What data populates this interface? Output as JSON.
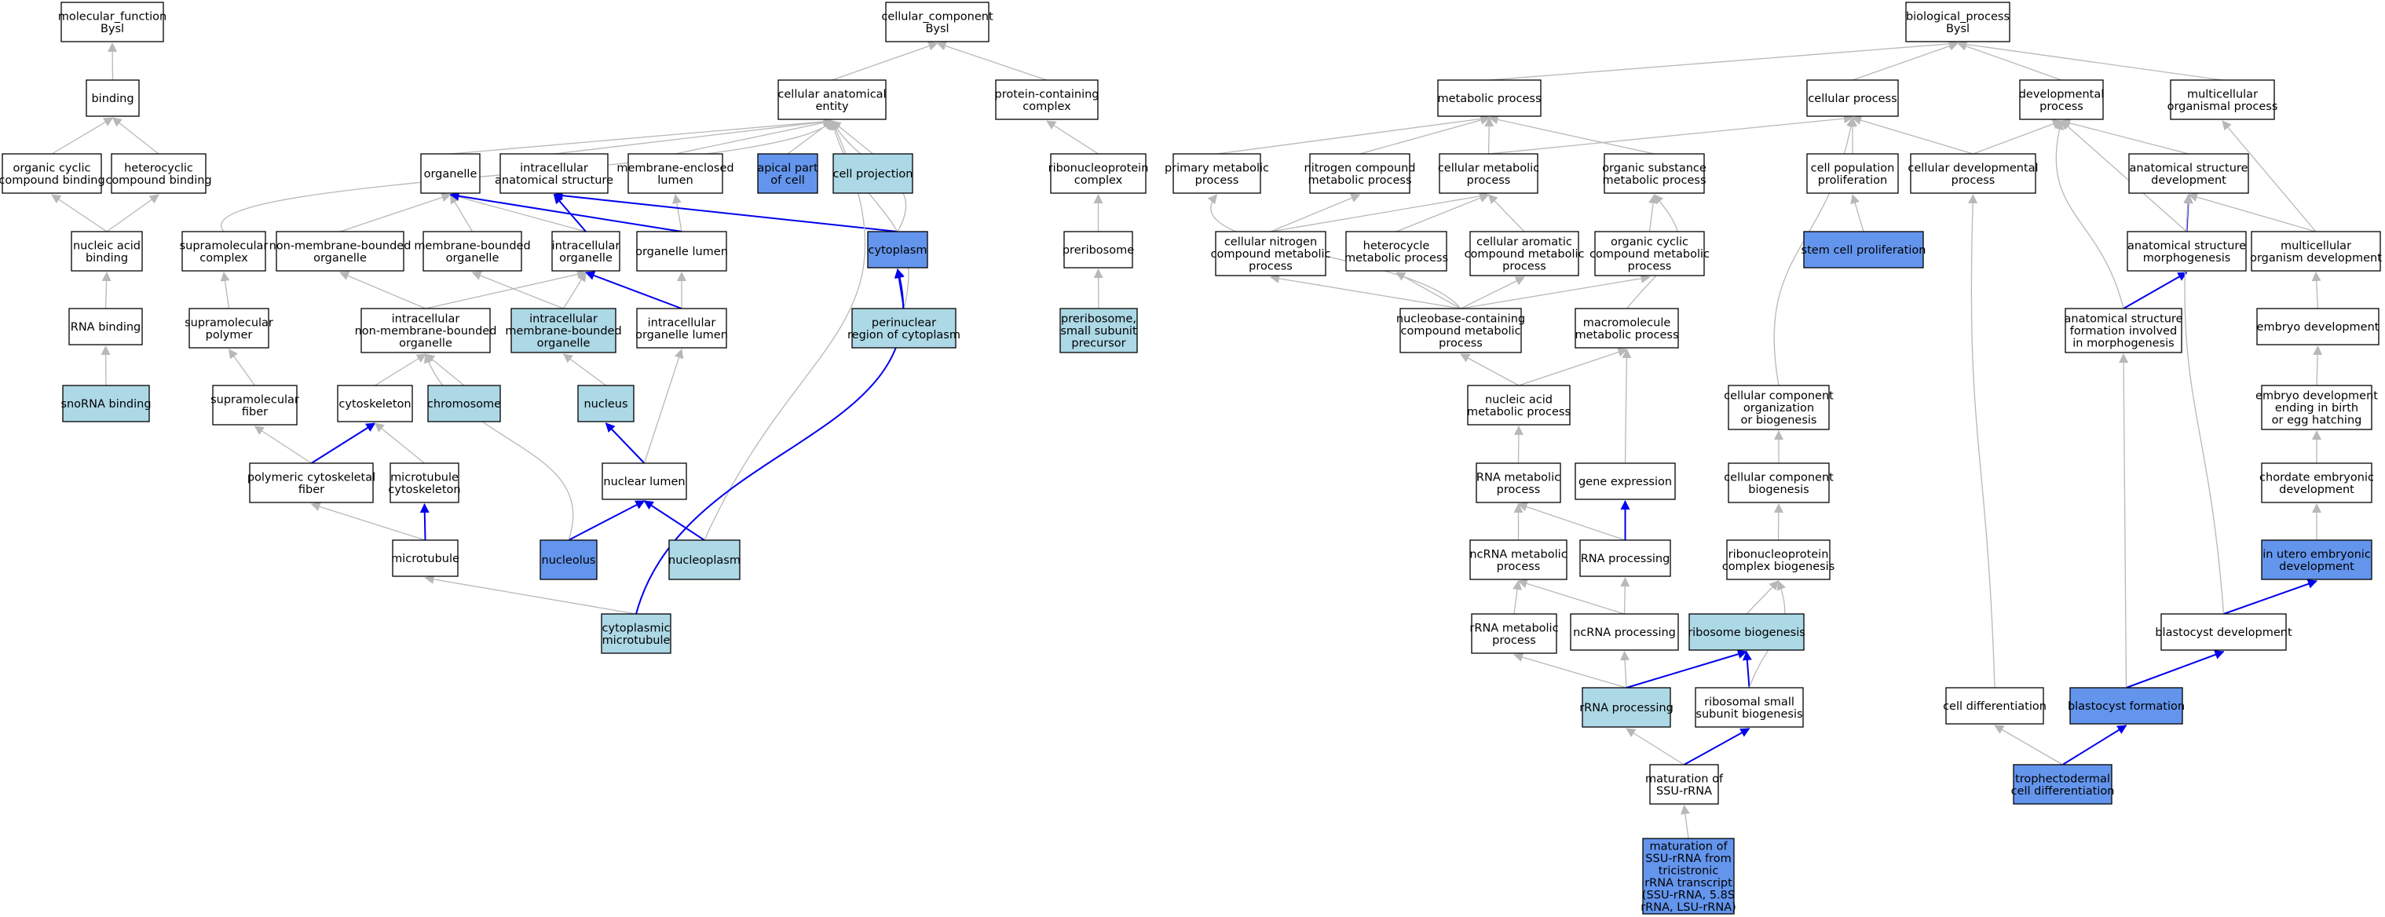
{
  "colors": {
    "plain": "#ffffff",
    "light": "#add8e6",
    "dark": "#6495ed",
    "stroke": "#000000",
    "gray_edge": "#b8b8b8",
    "blue_edge": "#0000ee"
  },
  "nodes": [
    {
      "id": "molecular_function",
      "lines": [
        "molecular_function",
        "Bysl"
      ],
      "fill": "plain"
    },
    {
      "id": "binding",
      "lines": [
        "binding"
      ],
      "fill": "plain"
    },
    {
      "id": "organic_cyclic_binding",
      "lines": [
        "organic cyclic",
        "compound binding"
      ],
      "fill": "plain"
    },
    {
      "id": "heterocyclic_binding",
      "lines": [
        "heterocyclic",
        "compound binding"
      ],
      "fill": "plain"
    },
    {
      "id": "nucleic_acid_binding",
      "lines": [
        "nucleic acid",
        "binding"
      ],
      "fill": "plain"
    },
    {
      "id": "rna_binding",
      "lines": [
        "RNA binding"
      ],
      "fill": "plain"
    },
    {
      "id": "snorna_binding",
      "lines": [
        "snoRNA binding"
      ],
      "fill": "light"
    },
    {
      "id": "cellular_component",
      "lines": [
        "cellular_component",
        "Bysl"
      ],
      "fill": "plain"
    },
    {
      "id": "cellular_anatomical_entity",
      "lines": [
        "cellular anatomical",
        "entity"
      ],
      "fill": "plain"
    },
    {
      "id": "protein_containing_complex",
      "lines": [
        "protein-containing",
        "complex"
      ],
      "fill": "plain"
    },
    {
      "id": "organelle",
      "lines": [
        "organelle"
      ],
      "fill": "plain"
    },
    {
      "id": "intracellular_anatomical_structure",
      "lines": [
        "intracellular",
        "anatomical structure"
      ],
      "fill": "plain"
    },
    {
      "id": "membrane_enclosed_lumen",
      "lines": [
        "membrane-enclosed",
        "lumen"
      ],
      "fill": "plain"
    },
    {
      "id": "apical_part_of_cell",
      "lines": [
        "apical part",
        "of cell"
      ],
      "fill": "dark"
    },
    {
      "id": "cell_projection",
      "lines": [
        "cell projection"
      ],
      "fill": "light"
    },
    {
      "id": "ribonucleoprotein_complex",
      "lines": [
        "ribonucleoprotein",
        "complex"
      ],
      "fill": "plain"
    },
    {
      "id": "supramolecular_complex",
      "lines": [
        "supramolecular",
        "complex"
      ],
      "fill": "plain"
    },
    {
      "id": "non_membrane_bounded_organelle",
      "lines": [
        "non-membrane-bounded",
        "organelle"
      ],
      "fill": "plain"
    },
    {
      "id": "membrane_bounded_organelle",
      "lines": [
        "membrane-bounded",
        "organelle"
      ],
      "fill": "plain"
    },
    {
      "id": "intracellular_organelle",
      "lines": [
        "intracellular",
        "organelle"
      ],
      "fill": "plain"
    },
    {
      "id": "organelle_lumen",
      "lines": [
        "organelle lumen"
      ],
      "fill": "plain"
    },
    {
      "id": "cytoplasm",
      "lines": [
        "cytoplasm"
      ],
      "fill": "dark"
    },
    {
      "id": "preribosome",
      "lines": [
        "preribosome"
      ],
      "fill": "plain"
    },
    {
      "id": "supramolecular_polymer",
      "lines": [
        "supramolecular",
        "polymer"
      ],
      "fill": "plain"
    },
    {
      "id": "intracellular_nmb_organelle",
      "lines": [
        "intracellular",
        "non-membrane-bounded",
        "organelle"
      ],
      "fill": "plain"
    },
    {
      "id": "intracellular_mb_organelle",
      "lines": [
        "intracellular",
        "membrane-bounded",
        "organelle"
      ],
      "fill": "light"
    },
    {
      "id": "intracellular_organelle_lumen",
      "lines": [
        "intracellular",
        "organelle lumen"
      ],
      "fill": "plain"
    },
    {
      "id": "perinuclear_region",
      "lines": [
        "perinuclear",
        "region of cytoplasm"
      ],
      "fill": "light"
    },
    {
      "id": "preribosome_ssu",
      "lines": [
        "preribosome,",
        "small subunit",
        "precursor"
      ],
      "fill": "light"
    },
    {
      "id": "supramolecular_fiber",
      "lines": [
        "supramolecular",
        "fiber"
      ],
      "fill": "plain"
    },
    {
      "id": "cytoskeleton",
      "lines": [
        "cytoskeleton"
      ],
      "fill": "plain"
    },
    {
      "id": "chromosome",
      "lines": [
        "chromosome"
      ],
      "fill": "light"
    },
    {
      "id": "nucleus",
      "lines": [
        "nucleus"
      ],
      "fill": "light"
    },
    {
      "id": "polymeric_cytoskeletal_fiber",
      "lines": [
        "polymeric cytoskeletal",
        "fiber"
      ],
      "fill": "plain"
    },
    {
      "id": "microtubule_cytoskeleton",
      "lines": [
        "microtubule",
        "cytoskeleton"
      ],
      "fill": "plain"
    },
    {
      "id": "nuclear_lumen",
      "lines": [
        "nuclear lumen"
      ],
      "fill": "plain"
    },
    {
      "id": "microtubule",
      "lines": [
        "microtubule"
      ],
      "fill": "plain"
    },
    {
      "id": "nucleolus",
      "lines": [
        "nucleolus"
      ],
      "fill": "dark"
    },
    {
      "id": "nucleoplasm",
      "lines": [
        "nucleoplasm"
      ],
      "fill": "light"
    },
    {
      "id": "cytoplasmic_microtubule",
      "lines": [
        "cytoplasmic",
        "microtubule"
      ],
      "fill": "light"
    },
    {
      "id": "biological_process",
      "lines": [
        "biological_process",
        "Bysl"
      ],
      "fill": "plain"
    },
    {
      "id": "metabolic_process",
      "lines": [
        "metabolic process"
      ],
      "fill": "plain"
    },
    {
      "id": "cellular_process",
      "lines": [
        "cellular process"
      ],
      "fill": "plain"
    },
    {
      "id": "developmental_process",
      "lines": [
        "developmental",
        "process"
      ],
      "fill": "plain"
    },
    {
      "id": "multicellular_organismal_process",
      "lines": [
        "multicellular",
        "organismal process"
      ],
      "fill": "plain"
    },
    {
      "id": "primary_metabolic_process",
      "lines": [
        "primary metabolic",
        "process"
      ],
      "fill": "plain"
    },
    {
      "id": "nitrogen_compound_metabolic_process",
      "lines": [
        "nitrogen compound",
        "metabolic process"
      ],
      "fill": "plain"
    },
    {
      "id": "cellular_metabolic_process",
      "lines": [
        "cellular metabolic",
        "process"
      ],
      "fill": "plain"
    },
    {
      "id": "organic_substance_metabolic_process",
      "lines": [
        "organic substance",
        "metabolic process"
      ],
      "fill": "plain"
    },
    {
      "id": "cell_population_proliferation",
      "lines": [
        "cell population",
        "proliferation"
      ],
      "fill": "plain"
    },
    {
      "id": "cellular_developmental_process",
      "lines": [
        "cellular developmental",
        "process"
      ],
      "fill": "plain"
    },
    {
      "id": "anatomical_structure_development",
      "lines": [
        "anatomical structure",
        "development"
      ],
      "fill": "plain"
    },
    {
      "id": "cellular_nitrogen_compound_metabolic_process",
      "lines": [
        "cellular nitrogen",
        "compound metabolic",
        "process"
      ],
      "fill": "plain"
    },
    {
      "id": "heterocycle_metabolic_process",
      "lines": [
        "heterocycle",
        "metabolic process"
      ],
      "fill": "plain"
    },
    {
      "id": "cellular_aromatic_compound_metabolic_process",
      "lines": [
        "cellular aromatic",
        "compound metabolic",
        "process"
      ],
      "fill": "plain"
    },
    {
      "id": "organic_cyclic_compound_metabolic_process",
      "lines": [
        "organic cyclic",
        "compound metabolic",
        "process"
      ],
      "fill": "plain"
    },
    {
      "id": "stem_cell_proliferation",
      "lines": [
        "stem cell proliferation"
      ],
      "fill": "dark"
    },
    {
      "id": "anatomical_structure_morphogenesis",
      "lines": [
        "anatomical structure",
        "morphogenesis"
      ],
      "fill": "plain"
    },
    {
      "id": "multicellular_organism_development",
      "lines": [
        "multicellular",
        "organism development"
      ],
      "fill": "plain"
    },
    {
      "id": "nucleobase_containing_compound_metabolic_process",
      "lines": [
        "nucleobase-containing",
        "compound metabolic",
        "process"
      ],
      "fill": "plain"
    },
    {
      "id": "macromolecule_metabolic_process",
      "lines": [
        "macromolecule",
        "metabolic process"
      ],
      "fill": "plain"
    },
    {
      "id": "anatomical_structure_formation",
      "lines": [
        "anatomical structure",
        "formation involved",
        "in morphogenesis"
      ],
      "fill": "plain"
    },
    {
      "id": "embryo_development",
      "lines": [
        "embryo development"
      ],
      "fill": "plain"
    },
    {
      "id": "nucleic_acid_metabolic_process",
      "lines": [
        "nucleic acid",
        "metabolic process"
      ],
      "fill": "plain"
    },
    {
      "id": "cellular_component_organization",
      "lines": [
        "cellular component",
        "organization",
        "or biogenesis"
      ],
      "fill": "plain"
    },
    {
      "id": "embryo_development_ending_in_birth",
      "lines": [
        "embryo development",
        "ending in birth",
        "or egg hatching"
      ],
      "fill": "plain"
    },
    {
      "id": "rna_metabolic_process",
      "lines": [
        "RNA metabolic",
        "process"
      ],
      "fill": "plain"
    },
    {
      "id": "gene_expression",
      "lines": [
        "gene expression"
      ],
      "fill": "plain"
    },
    {
      "id": "cellular_component_biogenesis",
      "lines": [
        "cellular component",
        "biogenesis"
      ],
      "fill": "plain"
    },
    {
      "id": "chordate_embryonic_development",
      "lines": [
        "chordate embryonic",
        "development"
      ],
      "fill": "plain"
    },
    {
      "id": "ncrna_metabolic_process",
      "lines": [
        "ncRNA metabolic",
        "process"
      ],
      "fill": "plain"
    },
    {
      "id": "rna_processing",
      "lines": [
        "RNA processing"
      ],
      "fill": "plain"
    },
    {
      "id": "ribonucleoprotein_complex_biogenesis",
      "lines": [
        "ribonucleoprotein",
        "complex biogenesis"
      ],
      "fill": "plain"
    },
    {
      "id": "in_utero_embryonic_development",
      "lines": [
        "in utero embryonic",
        "development"
      ],
      "fill": "dark"
    },
    {
      "id": "rrna_metabolic_process",
      "lines": [
        "rRNA metabolic",
        "process"
      ],
      "fill": "plain"
    },
    {
      "id": "ncrna_processing",
      "lines": [
        "ncRNA processing"
      ],
      "fill": "plain"
    },
    {
      "id": "ribosome_biogenesis",
      "lines": [
        "ribosome biogenesis"
      ],
      "fill": "light"
    },
    {
      "id": "blastocyst_development",
      "lines": [
        "blastocyst development"
      ],
      "fill": "plain"
    },
    {
      "id": "rrna_processing",
      "lines": [
        "rRNA processing"
      ],
      "fill": "light"
    },
    {
      "id": "ribosomal_small_subunit_biogenesis",
      "lines": [
        "ribosomal small",
        "subunit biogenesis"
      ],
      "fill": "plain"
    },
    {
      "id": "cell_differentiation",
      "lines": [
        "cell differentiation"
      ],
      "fill": "plain"
    },
    {
      "id": "blastocyst_formation",
      "lines": [
        "blastocyst formation"
      ],
      "fill": "dark"
    },
    {
      "id": "maturation_of_ssu_rrna",
      "lines": [
        "maturation of",
        "SSU-rRNA"
      ],
      "fill": "plain"
    },
    {
      "id": "trophectodermal_cell_differentiation",
      "lines": [
        "trophectodermal",
        "cell differentiation"
      ],
      "fill": "dark"
    },
    {
      "id": "maturation_of_ssu_rrna_tricistronic",
      "lines": [
        "maturation of",
        "SSU-rRNA from",
        "tricistronic",
        "rRNA transcript",
        "(SSU-rRNA, 5.8S",
        "rRNA, LSU-rRNA)"
      ],
      "fill": "dark"
    }
  ]
}
